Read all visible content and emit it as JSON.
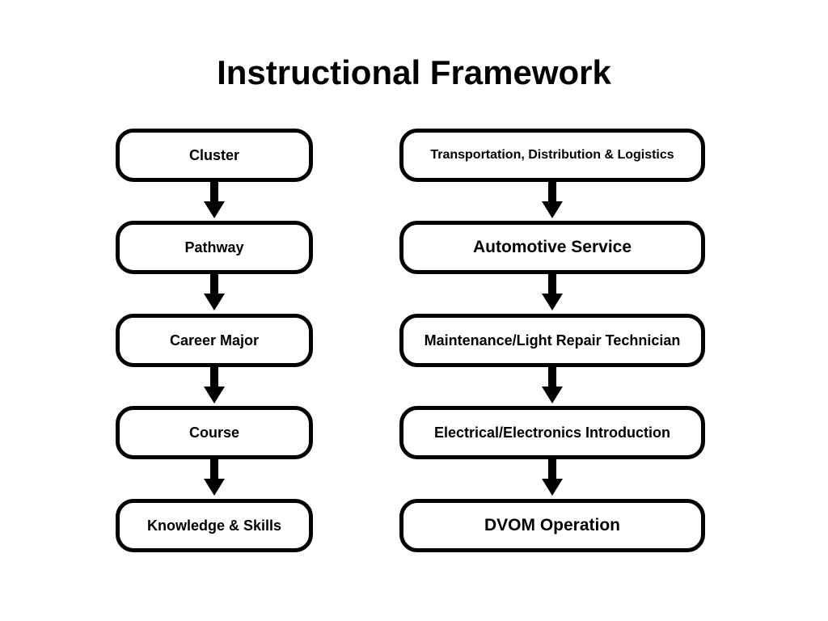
{
  "title": "Instructional Framework",
  "levels": [
    {
      "label": "Cluster",
      "example": "Transportation, Distribution & Logistics"
    },
    {
      "label": "Pathway",
      "example": "Automotive Service"
    },
    {
      "label": "Career Major",
      "example": "Maintenance/Light Repair Technician"
    },
    {
      "label": "Course",
      "example": "Electrical/Electronics Introduction"
    },
    {
      "label": "Knowledge & Skills",
      "example": "DVOM Operation"
    }
  ],
  "colors": {
    "stroke": "#000000",
    "fill": "#ffffff",
    "text": "#000000"
  },
  "icons": {
    "connector": "down-arrow-icon"
  }
}
